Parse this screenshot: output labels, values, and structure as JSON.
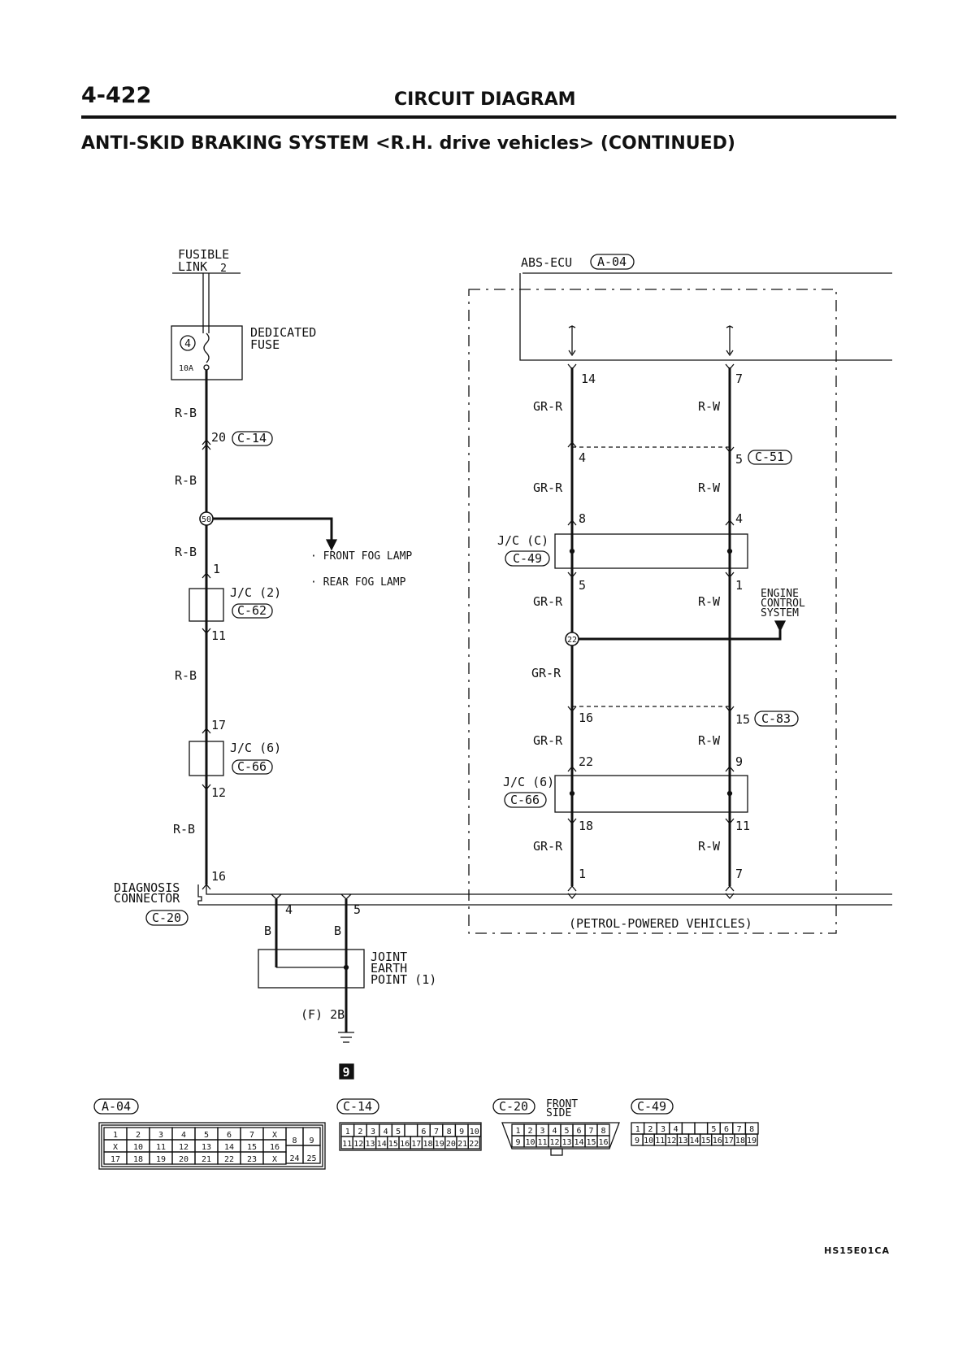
{
  "header": {
    "page_number": "4-422",
    "section_title": "CIRCUIT DIAGRAM",
    "subtitle": "ANTI-SKID BRAKING SYSTEM <R.H. drive vehicles> (CONTINUED)"
  },
  "left_circuit": {
    "fusible_link": "FUSIBLE LINK",
    "fusible_link_no": "2",
    "dedicated_fuse": "DEDICATED FUSE",
    "fuse_no": "4",
    "fuse_rating": "10A",
    "wire_color": "R-B",
    "c14_pin": "20",
    "c14": "C-14",
    "splice_50": "50",
    "branch_to": [
      "· FRONT FOG LAMP",
      "· REAR FOG LAMP"
    ],
    "jc2": "J/C (2)",
    "c62": "C-62",
    "jc2_pins": [
      "1",
      "11"
    ],
    "jc6": "J/C (6)",
    "c66": "C-66",
    "jc6_pins": [
      "17",
      "12"
    ],
    "diag_pin": "16",
    "diagnosis_connector": "DIAGNOSIS CONNECTOR",
    "c20": "C-20",
    "earth_pins": [
      "4",
      "5"
    ],
    "earth_wire": "B",
    "joint_earth": "JOINT EARTH POINT (1)",
    "earth_term": "(F) 2B",
    "earth_symbol": "9"
  },
  "right_circuit": {
    "abs_ecu": "ABS-ECU",
    "a04": "A-04",
    "left_wire": "GR-R",
    "right_wire": "R-W",
    "ecu_pins": [
      "14",
      "7"
    ],
    "c51_pins": [
      "4",
      "5"
    ],
    "c51": "C-51",
    "jcc": "J/C (C)",
    "c49": "C-49",
    "jcc_pins_top": [
      "8",
      "4"
    ],
    "jcc_pins_bottom": [
      "5",
      "1"
    ],
    "engine_control": "ENGINE CONTROL SYSTEM",
    "splice_22": "22",
    "c83_pins": [
      "16",
      "15"
    ],
    "c83": "C-83",
    "jc6_pins_top": [
      "22",
      "9"
    ],
    "jc6": "J/C (6)",
    "c66": "C-66",
    "jc6_pins_bottom": [
      "18",
      "11"
    ],
    "diag_pins": [
      "1",
      "7"
    ],
    "note": "(PETROL-POWERED VEHICLES)"
  },
  "connectors": {
    "a04": {
      "label": "A-04",
      "row1": [
        "1",
        "2",
        "3",
        "4",
        "5",
        "6",
        "7",
        "X"
      ],
      "row2": [
        "X",
        "10",
        "11",
        "12",
        "13",
        "14",
        "15",
        "16"
      ],
      "row3": [
        "17",
        "18",
        "19",
        "20",
        "21",
        "22",
        "23",
        "X"
      ],
      "side": [
        "8",
        "9",
        "24",
        "25"
      ]
    },
    "c14": {
      "label": "C-14",
      "row1": [
        "1",
        "2",
        "3",
        "4",
        "5",
        "",
        "6",
        "7",
        "8",
        "9",
        "10"
      ],
      "row2": [
        "11",
        "12",
        "13",
        "14",
        "15",
        "16",
        "17",
        "18",
        "19",
        "20",
        "21",
        "22"
      ]
    },
    "c20": {
      "label": "C-20",
      "side_label": "FRONT SIDE",
      "row1": [
        "1",
        "2",
        "3",
        "4",
        "5",
        "6",
        "7",
        "8"
      ],
      "row2": [
        "9",
        "10",
        "11",
        "12",
        "13",
        "14",
        "15",
        "16"
      ]
    },
    "c49": {
      "label": "C-49",
      "row1": [
        "1",
        "2",
        "3",
        "4",
        "",
        "",
        "5",
        "6",
        "7",
        "8"
      ],
      "row2": [
        "9",
        "10",
        "11",
        "12",
        "13",
        "14",
        "15",
        "16",
        "17",
        "18",
        "19"
      ]
    }
  },
  "figure_ref": "HS15E01CA"
}
